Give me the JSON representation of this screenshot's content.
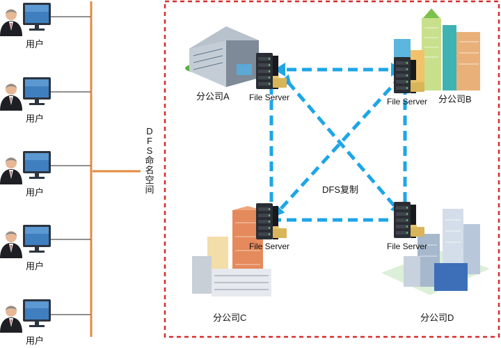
{
  "users": [
    {
      "label": "用户"
    },
    {
      "label": "用户"
    },
    {
      "label": "用户"
    },
    {
      "label": "用户"
    },
    {
      "label": "用户"
    }
  ],
  "namespace": {
    "chars": [
      "D",
      "F",
      "S",
      "命",
      "名",
      "空",
      "间"
    ]
  },
  "branches": {
    "a": {
      "label": "分公司A",
      "server": "File Server"
    },
    "b": {
      "label": "分公司B",
      "server": "File Server"
    },
    "c": {
      "label": "分公司C",
      "server": "File Server"
    },
    "d": {
      "label": "分公司D",
      "server": "File Server"
    }
  },
  "replication_label": "DFS复制",
  "colors": {
    "bus": "#E58A3C",
    "region_border": "#D92B2B",
    "replication": "#1EA5E8",
    "server": "#2A2D33"
  }
}
